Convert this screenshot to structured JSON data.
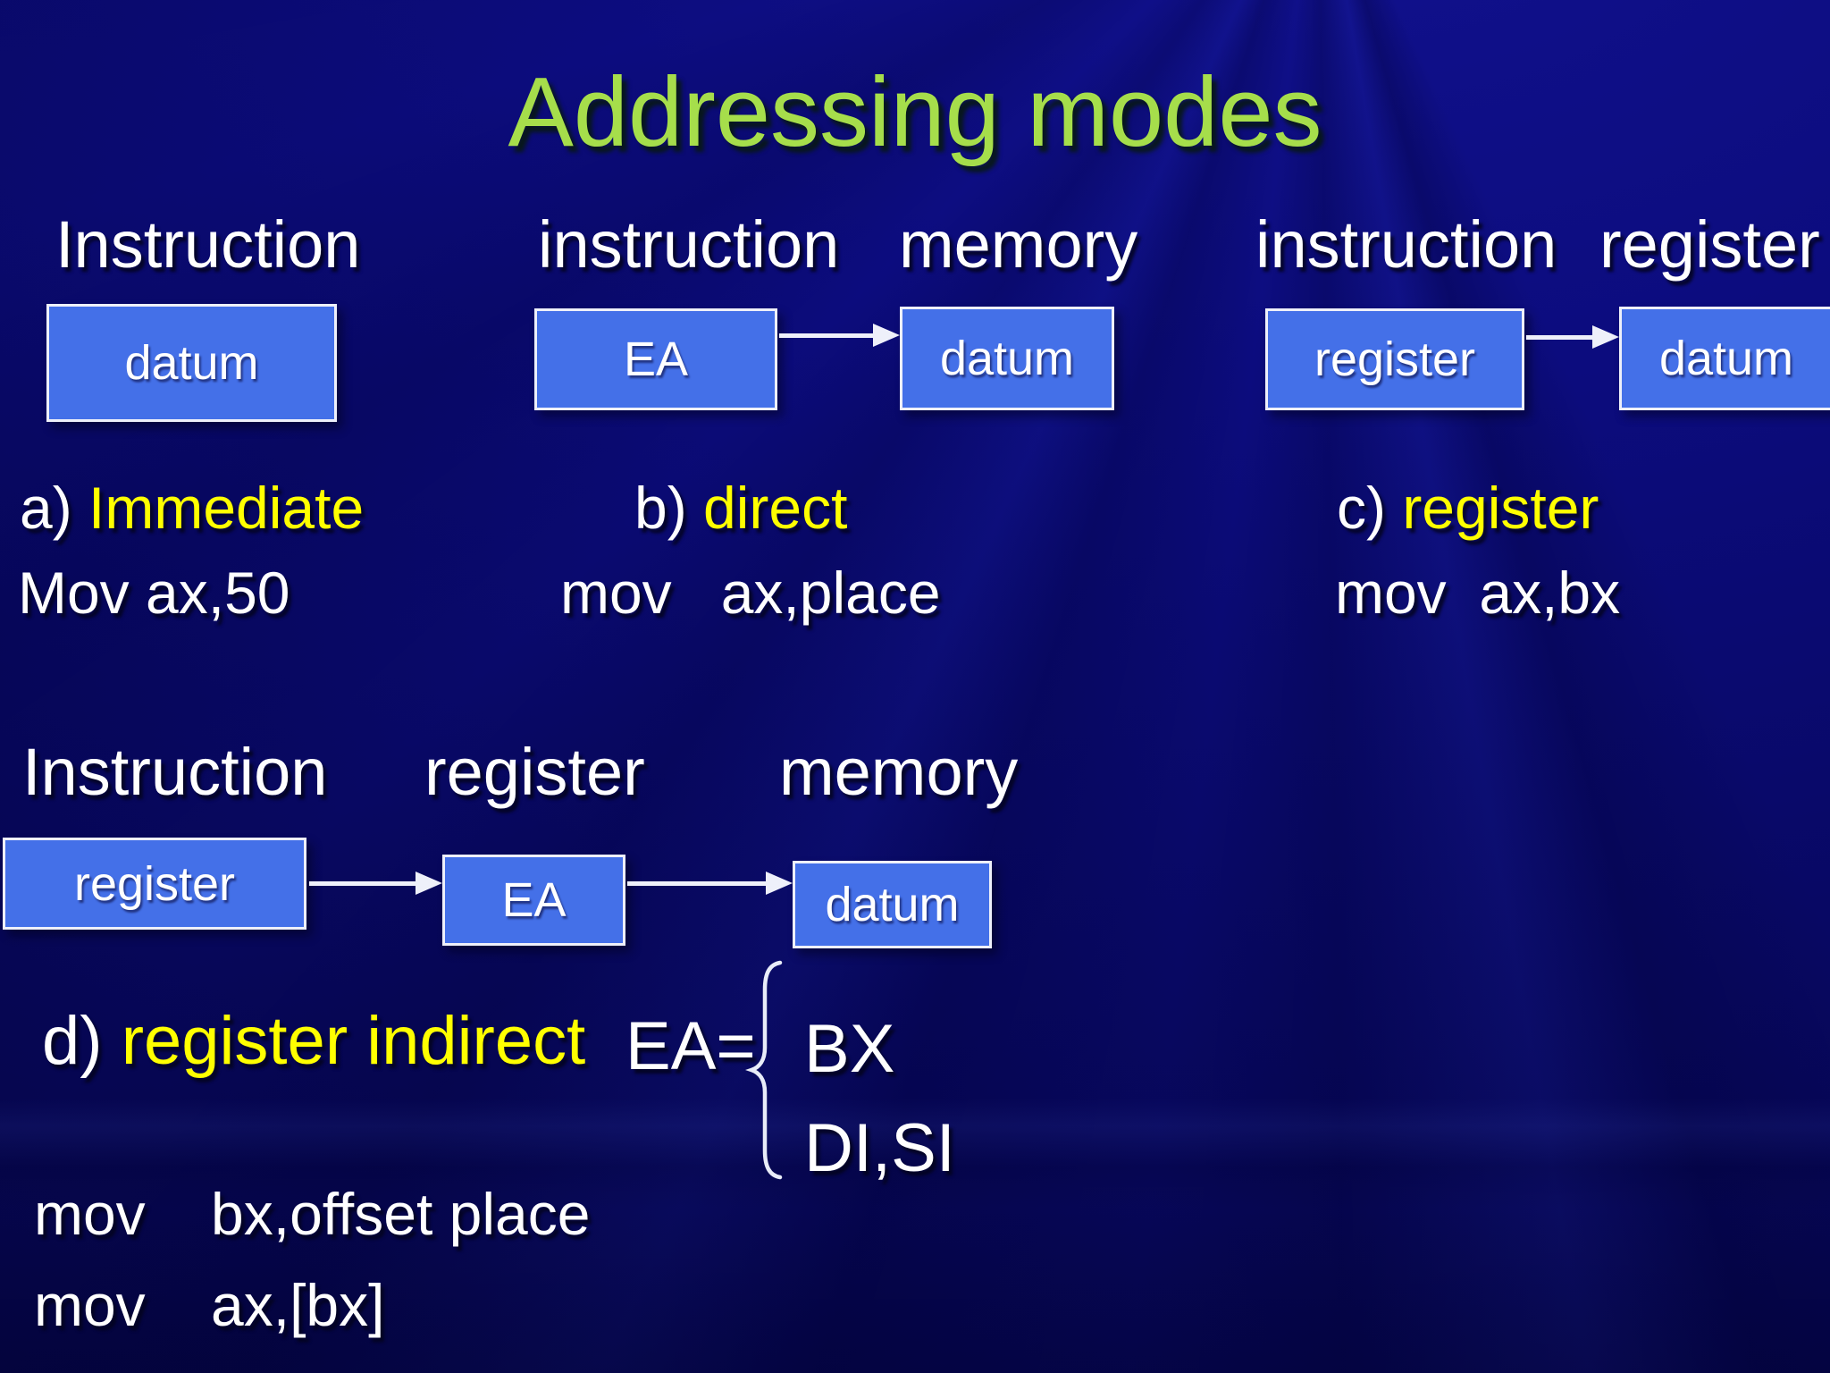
{
  "slide": {
    "title": "Addressing modes"
  },
  "diagram_row1": {
    "immediate": {
      "label": "Instruction",
      "box_datum": "datum"
    },
    "direct": {
      "label_instruction": "instruction",
      "label_memory": "memory",
      "box_ea": "EA",
      "box_datum": "datum"
    },
    "register": {
      "label_instruction": "instruction",
      "label_register": "register",
      "box_register": "register",
      "box_datum": "datum"
    }
  },
  "modes": {
    "a": {
      "prefix": "a) ",
      "name": "Immediate",
      "code": "Mov ax,50"
    },
    "b": {
      "prefix": "b) ",
      "name": "direct",
      "code": "mov   ax,place"
    },
    "c": {
      "prefix": "c) ",
      "name": "register",
      "code": "mov  ax,bx"
    },
    "d": {
      "prefix": "d) ",
      "name": "register indirect"
    }
  },
  "diagram_row2": {
    "label_instruction": "Instruction",
    "label_register": "register",
    "label_memory": "memory",
    "box_register": "register",
    "box_ea": "EA",
    "box_datum": "datum"
  },
  "ea_equation": {
    "lhs": "EA=",
    "option1": "BX",
    "option2": "DI,SI"
  },
  "code_block": {
    "line1": "mov    bx,offset place",
    "line2": "mov    ax,[bx]"
  },
  "colors": {
    "background": "#07076a",
    "box_fill": "#4470e8",
    "box_border": "#eef0fa",
    "title_green": "#a6de4b",
    "highlight_yellow": "#ffff00",
    "text_white": "#ffffff"
  }
}
